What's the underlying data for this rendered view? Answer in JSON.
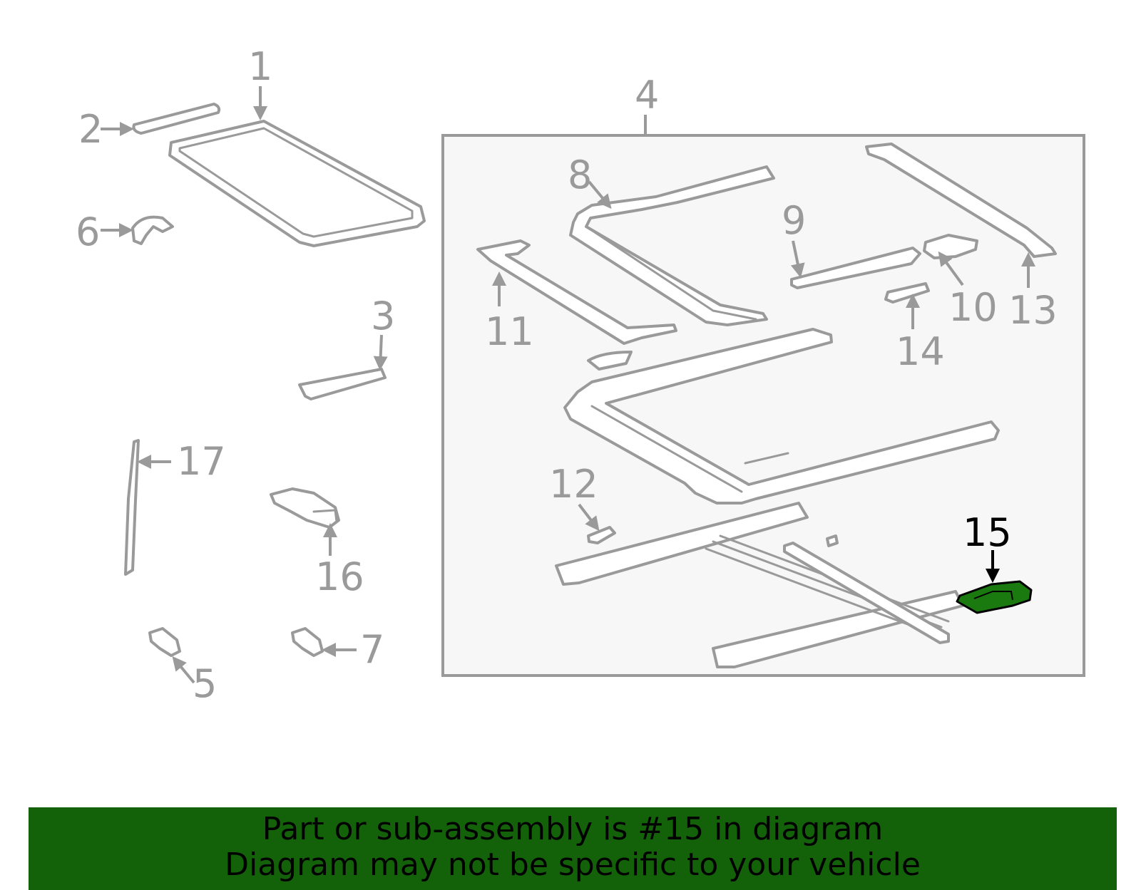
{
  "diagram": {
    "callouts": {
      "c1": "1",
      "c2": "2",
      "c3": "3",
      "c4": "4",
      "c5": "5",
      "c6": "6",
      "c7": "7",
      "c8": "8",
      "c9": "9",
      "c10": "10",
      "c11": "11",
      "c12": "12",
      "c13": "13",
      "c14": "14",
      "c15": "15",
      "c16": "16",
      "c17": "17"
    },
    "highlighted_part": "15",
    "colors": {
      "line": "#9a9a9a",
      "highlight_fill": "#1a7a10",
      "banner_bg": "#136209",
      "assembly_box_bg": "#f7f7f7"
    }
  },
  "banner": {
    "line1": "Part or sub-assembly is #15 in diagram",
    "line2": "Diagram may not be specific to your vehicle"
  }
}
